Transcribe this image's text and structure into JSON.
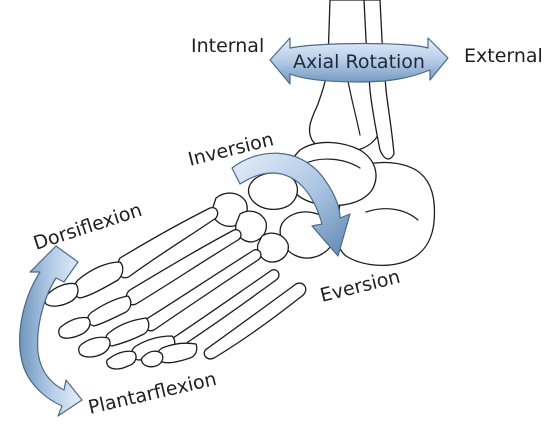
{
  "labels": {
    "internal": "Internal",
    "axial_rotation": "Axial Rotation",
    "external": "External",
    "inversion": "Inversion",
    "eversion": "Eversion",
    "dorsiflexion": "Dorsiflexion",
    "plantarflexion": "Plantarflexion"
  },
  "colors": {
    "arrow_light": "#dbe8f6",
    "arrow_mid": "#9fbcdc",
    "arrow_dark": "#5f86b0",
    "bone_stroke": "#1c1c1c",
    "background": "#ffffff"
  }
}
